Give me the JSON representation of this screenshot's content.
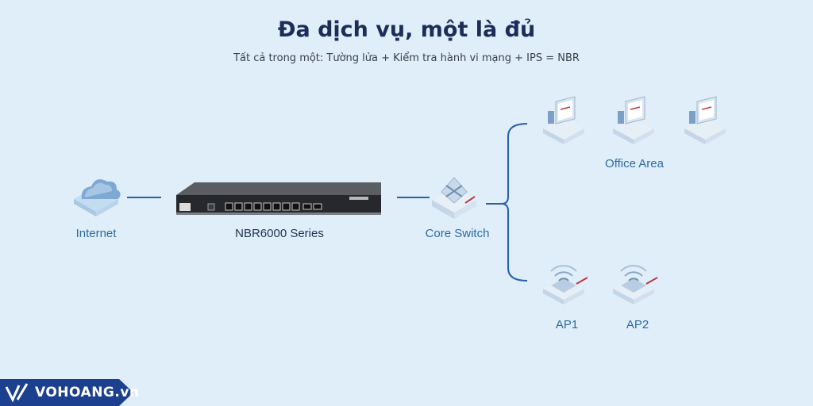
{
  "header": {
    "title": "Đa dịch vụ, một là đủ",
    "subtitle": "Tất cả trong một: Tường lửa + Kiểm tra hành vi mạng + IPS = NBR"
  },
  "nodes": {
    "internet": "Internet",
    "router": "NBR6000 Series",
    "core_switch": "Core Switch",
    "office_area": "Office Area",
    "ap1": "AP1",
    "ap2": "AP2"
  },
  "brand": {
    "logo_text": "VOHOANG.vn"
  },
  "colors": {
    "background": "#dfeef8",
    "line": "#2a5fb0",
    "label": "#2f6aa6",
    "title": "#1c2d5a"
  }
}
